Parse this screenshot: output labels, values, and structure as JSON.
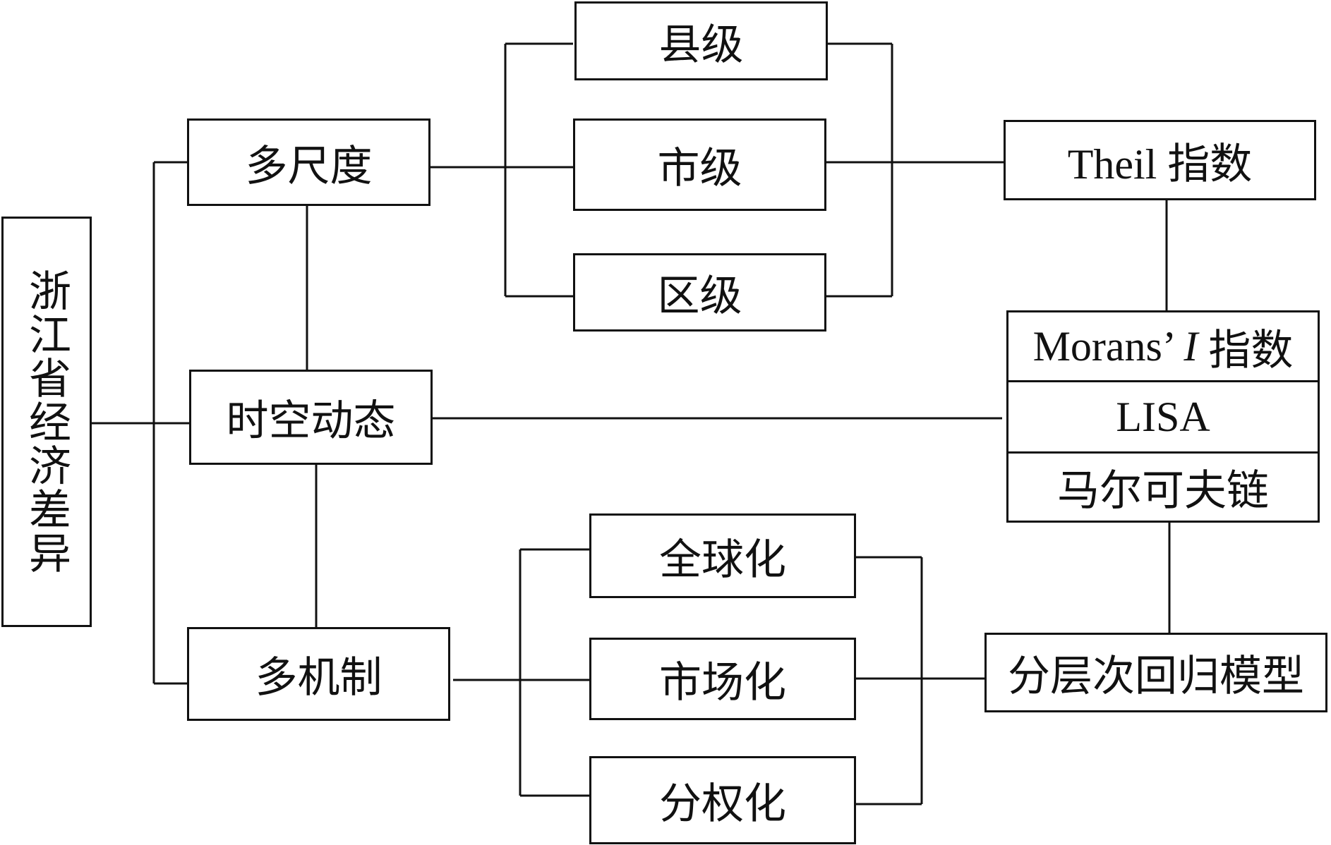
{
  "root": {
    "label": "浙江省经济差异"
  },
  "dimensions": {
    "multi_scale": "多尺度",
    "spatiotemporal": "时空动态",
    "multi_mechanism": "多机制"
  },
  "scales": {
    "county": "县级",
    "city": "市级",
    "district": "区级"
  },
  "mechanisms": {
    "globalization": "全球化",
    "marketization": "市场化",
    "decentralization": "分权化"
  },
  "methods": {
    "theil": "Theil 指数",
    "morans_prefix": "Morans’ ",
    "morans_italic": "I",
    "morans_suffix": " 指数",
    "lisa": "LISA",
    "markov": "马尔可夫链",
    "hlm": "分层次回归模型"
  },
  "style": {
    "line_color": "#111111",
    "background": "#ffffff"
  }
}
